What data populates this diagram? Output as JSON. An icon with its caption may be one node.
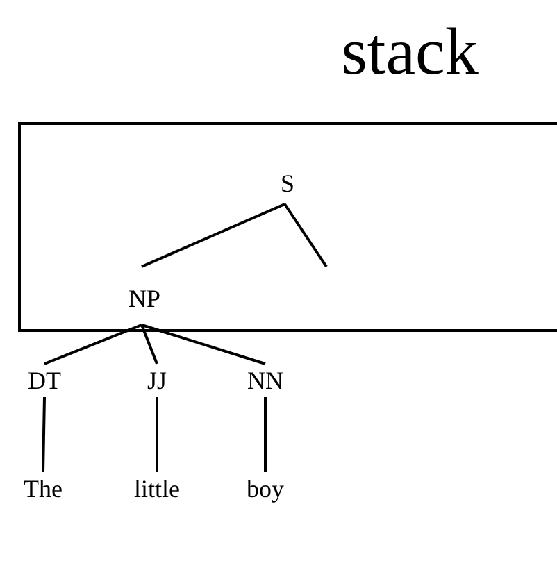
{
  "diagram": {
    "nodes": [
      {
        "text": [
          "stack"
        ]
      },
      {
        "text": [
          "S"
        ],
        "in": 0
      },
      {
        "text": [
          "NP"
        ],
        "in": 0
      },
      {
        "text": [
          "DT"
        ]
      },
      {
        "text": [
          "JJ"
        ]
      },
      {
        "text": [
          "NN"
        ]
      },
      {
        "text": [
          "The"
        ]
      },
      {
        "text": [
          "little"
        ]
      },
      {
        "text": [
          "boy"
        ]
      }
    ],
    "edges": [
      {
        "from": 1,
        "to": 2,
        "arrow": "none"
      },
      {
        "from": 1,
        "to": null,
        "arrow": "none"
      },
      {
        "from": 2,
        "to": 3,
        "arrow": "none"
      },
      {
        "from": 2,
        "to": 4,
        "arrow": "none"
      },
      {
        "from": 2,
        "to": 5,
        "arrow": "none"
      },
      {
        "from": 3,
        "to": 6,
        "arrow": "none"
      },
      {
        "from": 4,
        "to": 7,
        "arrow": "none"
      },
      {
        "from": 5,
        "to": 8,
        "arrow": "none"
      }
    ]
  }
}
